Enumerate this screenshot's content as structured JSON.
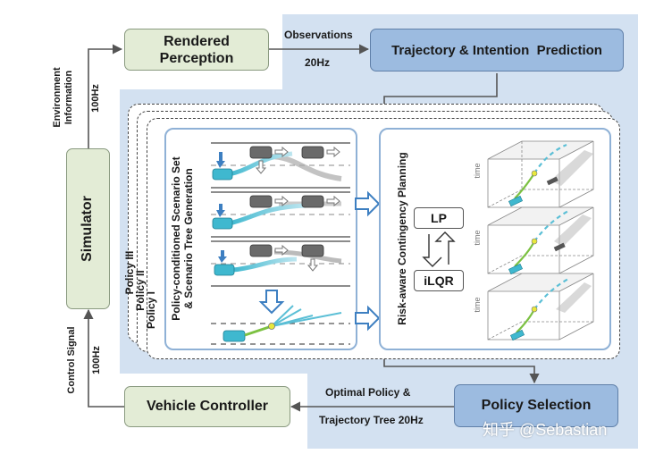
{
  "nodes": {
    "rendered_perception": "Rendered\nPerception",
    "trajectory_prediction": "Trajectory & Intention  Prediction",
    "simulator": "Simulator",
    "vehicle_controller": "Vehicle Controller",
    "policy_selection": "Policy Selection"
  },
  "edges": {
    "observations": "Observations",
    "obs_rate": "20Hz",
    "env_info_1": "Environment",
    "env_info_2": "Information",
    "env_rate": "100Hz",
    "control_signal": "Control Signal",
    "control_rate": "100Hz",
    "optimal_policy": "Optimal Policy &",
    "trajectory_tree": "Trajectory Tree 20Hz"
  },
  "policies": [
    "Policy III",
    "Policy II",
    "Policy I"
  ],
  "panels": {
    "scenario_line1": "Policy-conditioned  Scenario Set",
    "scenario_line2": "& Scenario Tree Generation",
    "planning": "Risk-aware Contingency Planning",
    "lp": "LP",
    "ilqr": "iLQR",
    "time_axis": "time"
  },
  "watermark": "知乎 @Sebastian",
  "colors": {
    "green_fill": "#e3ecd6",
    "blue_fill": "#9cbbe0",
    "background_blue": "#d3e1f1",
    "ego_car": "#3fb8cf",
    "trajectory_green": "#7cc142"
  }
}
